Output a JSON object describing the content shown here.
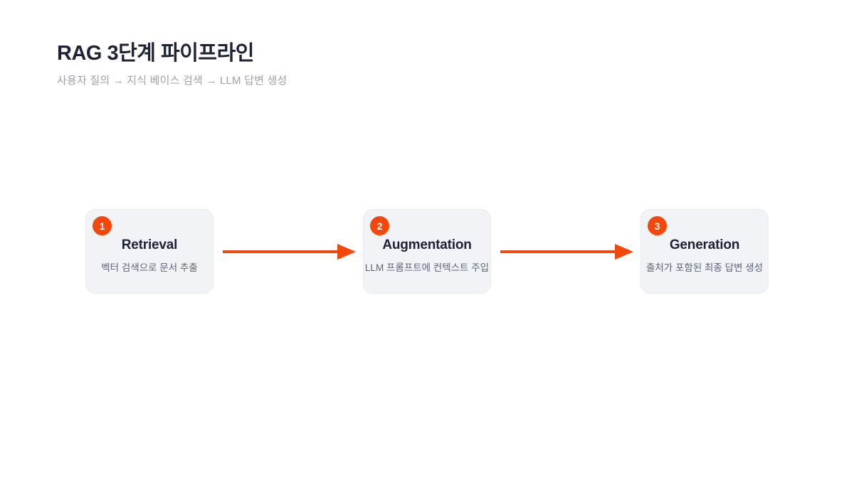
{
  "header": {
    "title": "RAG 3단계 파이프라인",
    "subtitle": "사용자 질의 → 지식 베이스 검색 → LLM 답변 생성"
  },
  "pipeline": {
    "stages": [
      {
        "number": "1",
        "title": "Retrieval",
        "description": "벡터 검색으로 문서 추출"
      },
      {
        "number": "2",
        "title": "Augmentation",
        "description": "LLM 프롬프트에 컨텍스트 주입"
      },
      {
        "number": "3",
        "title": "Generation",
        "description": "출처가 포함된 최종 답변 생성"
      }
    ],
    "connector_icon": "arrow-right-icon"
  },
  "colors": {
    "accent": "#f4470b",
    "title_text": "#1e2236",
    "subtitle_text": "#9aa2ad",
    "card_bg": "#f2f3f6",
    "card_border": "#e8eaef",
    "card_desc_text": "#5b6478",
    "badge_text": "#ffffff",
    "page_bg": "#ffffff"
  }
}
